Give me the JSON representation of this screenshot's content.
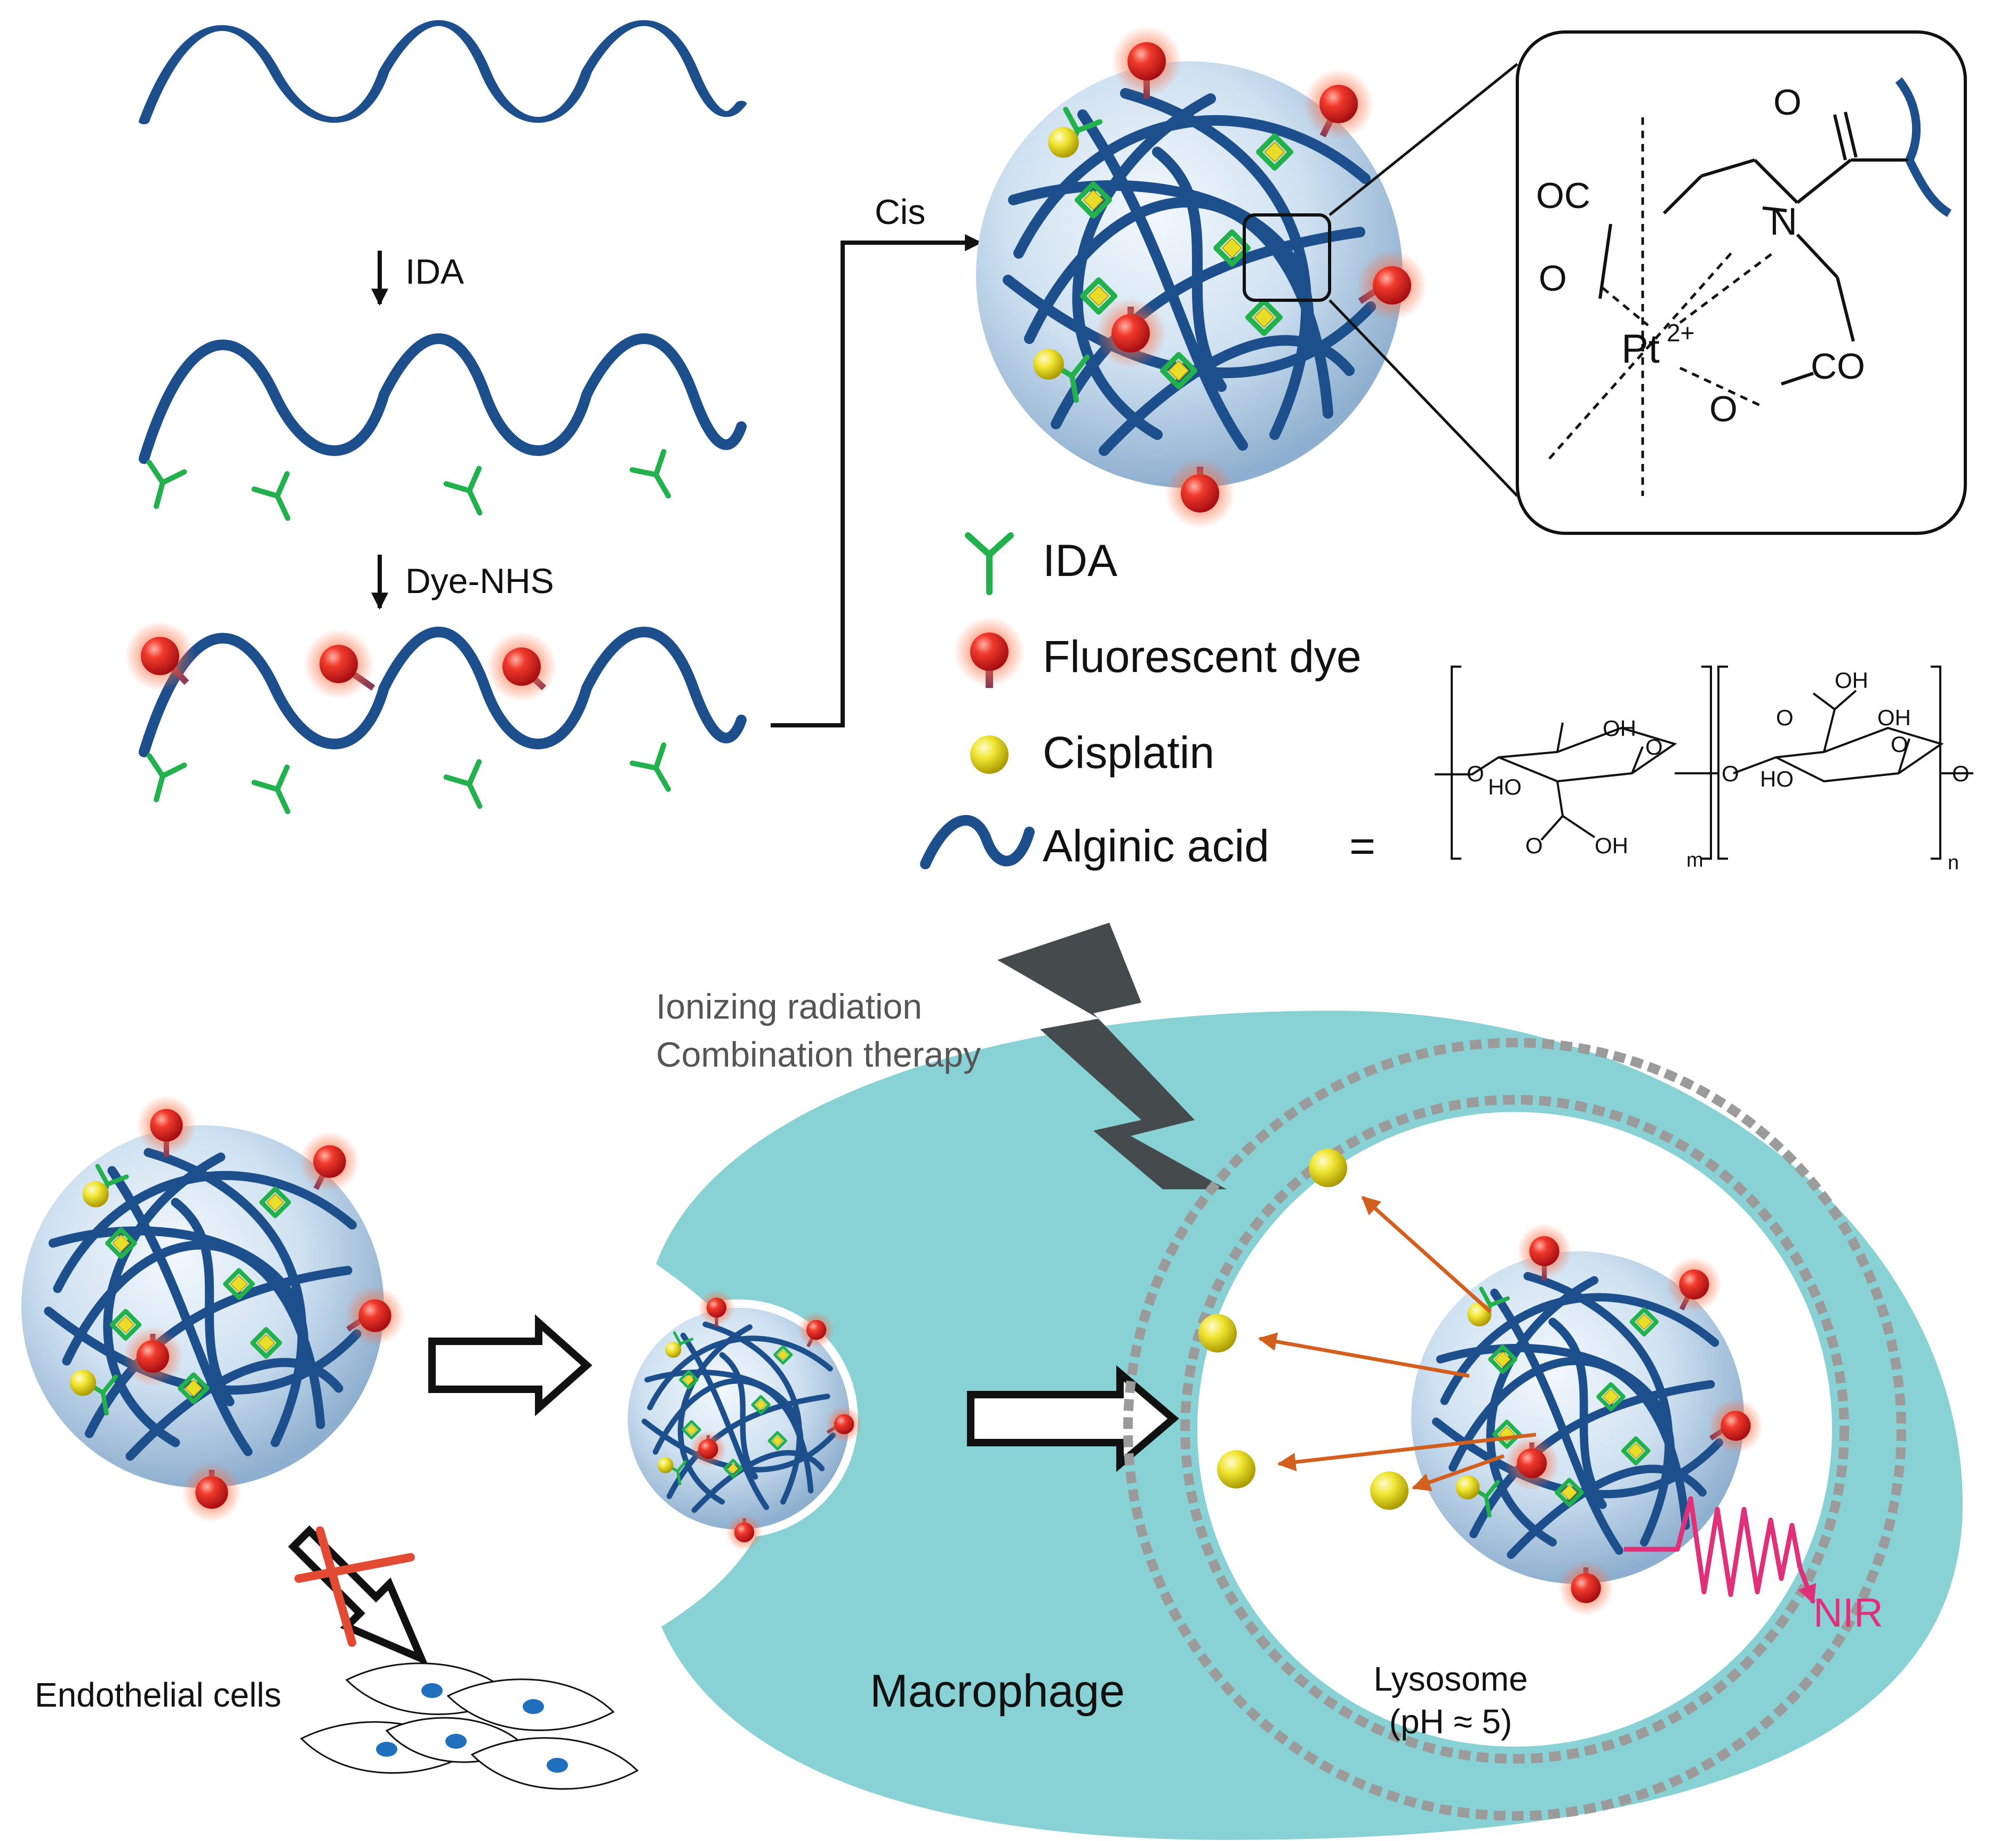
{
  "synthesis": {
    "step1_label": "IDA",
    "step2_label": "Dye-NHS",
    "cis_label": "Cis"
  },
  "inset": {
    "oc": "OC",
    "o_left": "O",
    "n": "N",
    "o_top": "O",
    "pt": "Pt",
    "pt_charge": "2+",
    "o_bottom": "O",
    "co": "CO"
  },
  "legend": {
    "items": [
      {
        "label": "IDA",
        "icon": "ida-y-icon"
      },
      {
        "label": "Fluorescent dye",
        "icon": "red-dye-sphere-icon"
      },
      {
        "label": "Cisplatin",
        "icon": "yellow-sphere-icon"
      },
      {
        "label": "Alginic acid",
        "icon": "blue-wave-icon"
      }
    ],
    "equals": "="
  },
  "structure": {
    "oh1": "OH",
    "ho1": "HO",
    "o_ring1": "O",
    "o_link_left": "O",
    "o_carbonyl1": "O",
    "oh_acid1": "OH",
    "m": "m",
    "o_link_mid": "O",
    "oh_acid2": "OH",
    "o_carbonyl2": "O",
    "oh2": "OH",
    "ho2": "HO",
    "o_ring2": "O",
    "o_right": "O",
    "n": "n"
  },
  "bottom": {
    "radiation_line1": "Ionizing radiation",
    "radiation_line2": "Combination therapy",
    "macrophage": "Macrophage",
    "endothelial": "Endothelial cells",
    "lysosome_line1": "Lysosome",
    "lysosome_line2": "(pH ≈ 5)",
    "nir": "NIR"
  },
  "colors": {
    "polymer": "#1d4f8c",
    "ida": "#22b14c",
    "dye": "#e3202a",
    "cisplatin": "#e8de2a",
    "macrophage": "#88d2d6",
    "arrow_release": "#d35f1e",
    "nir": "#e0307a",
    "bolt": "#454a4d"
  }
}
